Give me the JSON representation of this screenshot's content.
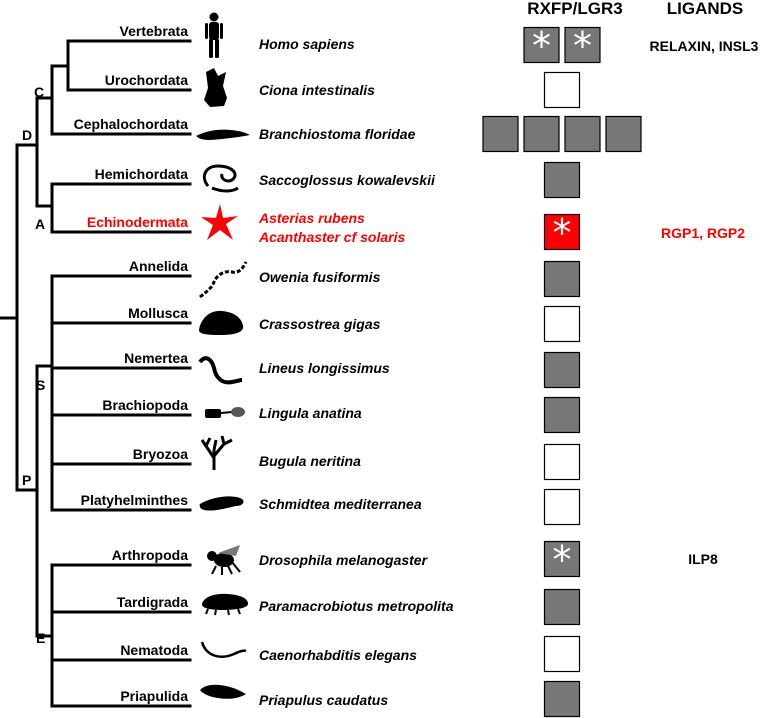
{
  "headers": {
    "receptor": "RXFP/LGR3",
    "ligands": "LIGANDS"
  },
  "nodes": {
    "C": "C",
    "D": "D",
    "A": "A",
    "S": "S",
    "P": "P",
    "E": "E"
  },
  "taxa": [
    {
      "phylum": "Vertebrata",
      "species": [
        "Homo sapiens"
      ],
      "icon": "human-icon",
      "highlight": false,
      "boxes": [
        {
          "fill": "gray",
          "star": true
        },
        {
          "fill": "gray",
          "star": true
        }
      ],
      "ligands": "RELAXIN, INSL3"
    },
    {
      "phylum": "Urochordata",
      "species": [
        "Ciona intestinalis"
      ],
      "icon": "sea-squirt-icon",
      "highlight": false,
      "boxes": [
        {
          "fill": "white",
          "star": false
        }
      ],
      "ligands": ""
    },
    {
      "phylum": "Cephalochordata",
      "species": [
        "Branchiostoma floridae"
      ],
      "icon": "lancelet-icon",
      "highlight": false,
      "boxes": [
        {
          "fill": "gray",
          "star": false
        },
        {
          "fill": "gray",
          "star": false
        },
        {
          "fill": "gray",
          "star": false
        },
        {
          "fill": "gray",
          "star": false
        }
      ],
      "ligands": ""
    },
    {
      "phylum": "Hemichordata",
      "species": [
        "Saccoglossus kowalevskii"
      ],
      "icon": "acorn-worm-icon",
      "highlight": false,
      "boxes": [
        {
          "fill": "gray",
          "star": false
        }
      ],
      "ligands": ""
    },
    {
      "phylum": "Echinodermata",
      "species": [
        "Asterias rubens",
        "Acanthaster cf solaris"
      ],
      "icon": "starfish-icon",
      "highlight": true,
      "boxes": [
        {
          "fill": "red",
          "star": true
        }
      ],
      "ligands": "RGP1, RGP2"
    },
    {
      "phylum": "Annelida",
      "species": [
        "Owenia fusiformis"
      ],
      "icon": "annelid-worm-icon",
      "highlight": false,
      "boxes": [
        {
          "fill": "gray",
          "star": false
        }
      ],
      "ligands": ""
    },
    {
      "phylum": "Mollusca",
      "species": [
        "Crassostrea gigas"
      ],
      "icon": "oyster-icon",
      "highlight": false,
      "boxes": [
        {
          "fill": "white",
          "star": false
        }
      ],
      "ligands": ""
    },
    {
      "phylum": "Nemertea",
      "species": [
        "Lineus longissimus"
      ],
      "icon": "ribbon-worm-icon",
      "highlight": false,
      "boxes": [
        {
          "fill": "gray",
          "star": false
        }
      ],
      "ligands": ""
    },
    {
      "phylum": "Brachiopoda",
      "species": [
        "Lingula anatina"
      ],
      "icon": "brachiopod-icon",
      "highlight": false,
      "boxes": [
        {
          "fill": "gray",
          "star": false
        }
      ],
      "ligands": ""
    },
    {
      "phylum": "Bryozoa",
      "species": [
        "Bugula neritina"
      ],
      "icon": "bryozoan-icon",
      "highlight": false,
      "boxes": [
        {
          "fill": "white",
          "star": false
        }
      ],
      "ligands": ""
    },
    {
      "phylum": "Platyhelminthes",
      "species": [
        "Schmidtea mediterranea"
      ],
      "icon": "flatworm-icon",
      "highlight": false,
      "boxes": [
        {
          "fill": "white",
          "star": false
        }
      ],
      "ligands": ""
    },
    {
      "phylum": "Arthropoda",
      "species": [
        "Drosophila melanogaster"
      ],
      "icon": "fly-icon",
      "highlight": false,
      "boxes": [
        {
          "fill": "gray",
          "star": true
        }
      ],
      "ligands": "ILP8"
    },
    {
      "phylum": "Tardigrada",
      "species": [
        "Paramacrobiotus metropolita"
      ],
      "icon": "tardigrade-icon",
      "highlight": false,
      "boxes": [
        {
          "fill": "gray",
          "star": false
        }
      ],
      "ligands": ""
    },
    {
      "phylum": "Nematoda",
      "species": [
        "Caenorhabditis elegans"
      ],
      "icon": "nematode-icon",
      "highlight": false,
      "boxes": [
        {
          "fill": "white",
          "star": false
        }
      ],
      "ligands": ""
    },
    {
      "phylum": "Priapulida",
      "species": [
        "Priapulus caudatus"
      ],
      "icon": "priapulid-icon",
      "highlight": false,
      "boxes": [
        {
          "fill": "gray",
          "star": false
        }
      ],
      "ligands": ""
    }
  ],
  "colors": {
    "highlight": "#ff0000",
    "box_gray": "#777777",
    "box_red": "#ff0000",
    "box_white": "#ffffff",
    "text": "#000000"
  }
}
